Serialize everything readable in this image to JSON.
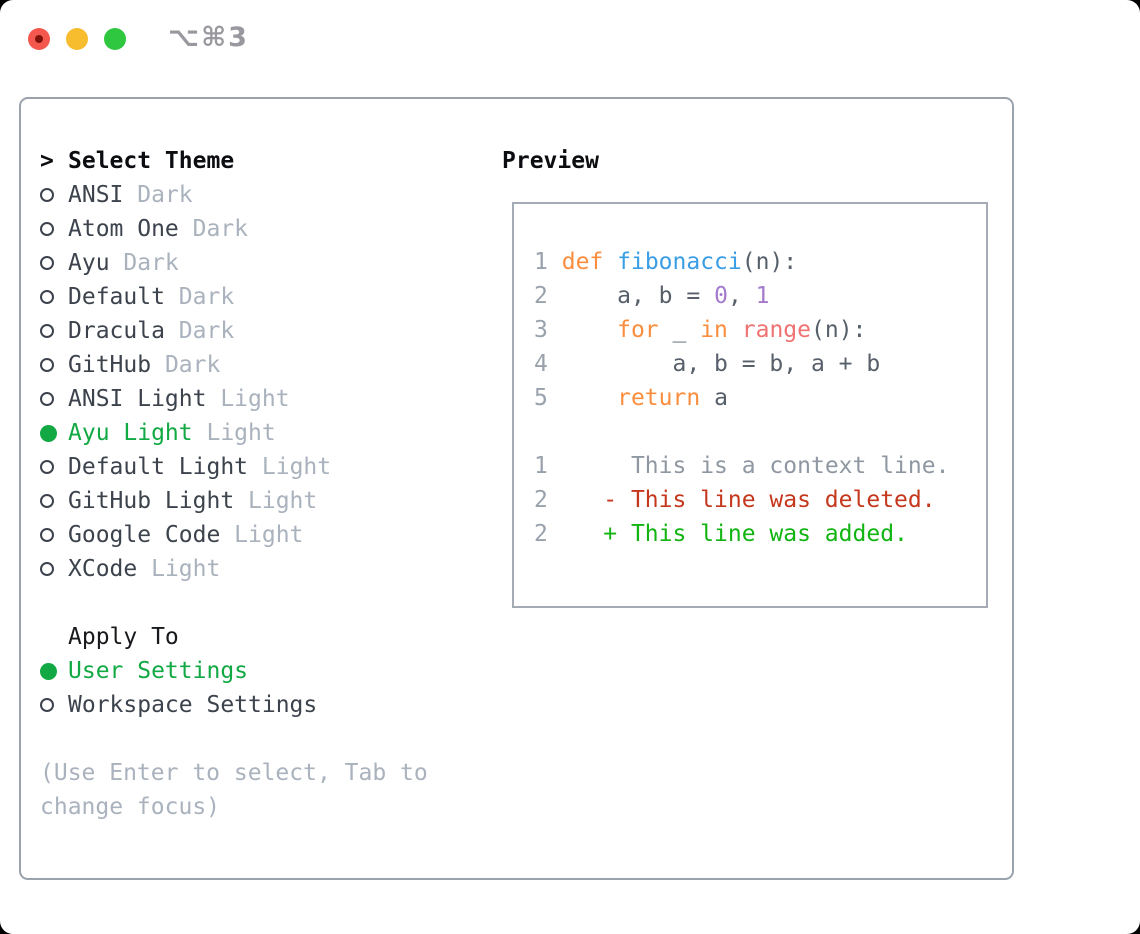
{
  "window": {
    "title": "⌥⌘3"
  },
  "theme_panel": {
    "header_marker": ">",
    "header": "Select Theme",
    "items": [
      {
        "name": "ANSI",
        "variant": "Dark",
        "selected": false
      },
      {
        "name": "Atom One",
        "variant": "Dark",
        "selected": false
      },
      {
        "name": "Ayu",
        "variant": "Dark",
        "selected": false
      },
      {
        "name": "Default",
        "variant": "Dark",
        "selected": false
      },
      {
        "name": "Dracula",
        "variant": "Dark",
        "selected": false
      },
      {
        "name": "GitHub",
        "variant": "Dark",
        "selected": false
      },
      {
        "name": "ANSI Light",
        "variant": "Light",
        "selected": false
      },
      {
        "name": "Ayu Light",
        "variant": "Light",
        "selected": true
      },
      {
        "name": "Default Light",
        "variant": "Light",
        "selected": false
      },
      {
        "name": "GitHub Light",
        "variant": "Light",
        "selected": false
      },
      {
        "name": "Google Code",
        "variant": "Light",
        "selected": false
      },
      {
        "name": "XCode",
        "variant": "Light",
        "selected": false
      }
    ],
    "apply_to": {
      "header": "Apply To",
      "options": [
        {
          "label": "User Settings",
          "selected": true
        },
        {
          "label": "Workspace Settings",
          "selected": false
        }
      ]
    },
    "hint": "(Use Enter to select, Tab to change focus)"
  },
  "preview": {
    "header": "Preview",
    "code_lines": [
      {
        "num": "1",
        "tokens": [
          {
            "text": " ",
            "style": "plain"
          },
          {
            "text": "def",
            "style": "keyword"
          },
          {
            "text": " ",
            "style": "plain"
          },
          {
            "text": "fibonacci",
            "style": "function"
          },
          {
            "text": "(n):",
            "style": "plain"
          }
        ]
      },
      {
        "num": "2",
        "tokens": [
          {
            "text": "     ",
            "style": "plain"
          },
          {
            "text": "a",
            "style": "plain"
          },
          {
            "text": ", ",
            "style": "plain"
          },
          {
            "text": "b",
            "style": "plain"
          },
          {
            "text": " = ",
            "style": "plain"
          },
          {
            "text": "0",
            "style": "number"
          },
          {
            "text": ", ",
            "style": "plain"
          },
          {
            "text": "1",
            "style": "number"
          }
        ]
      },
      {
        "num": "3",
        "tokens": [
          {
            "text": "     ",
            "style": "plain"
          },
          {
            "text": "for",
            "style": "keyword"
          },
          {
            "text": " _ ",
            "style": "plain"
          },
          {
            "text": "in",
            "style": "keyword"
          },
          {
            "text": " ",
            "style": "plain"
          },
          {
            "text": "range",
            "style": "call"
          },
          {
            "text": "(n):",
            "style": "plain"
          }
        ]
      },
      {
        "num": "4",
        "tokens": [
          {
            "text": "         ",
            "style": "plain"
          },
          {
            "text": "a, b = b, a + b",
            "style": "plain"
          }
        ]
      },
      {
        "num": "5",
        "tokens": [
          {
            "text": "     ",
            "style": "plain"
          },
          {
            "text": "return",
            "style": "keyword"
          },
          {
            "text": " ",
            "style": "plain"
          },
          {
            "text": "a",
            "style": "plain"
          }
        ]
      }
    ],
    "diff_lines": [
      {
        "num": "1",
        "tokens": [
          {
            "text": "      ",
            "style": "plain"
          },
          {
            "text": "This is a context line.",
            "style": "context"
          }
        ]
      },
      {
        "num": "2",
        "tokens": [
          {
            "text": "    ",
            "style": "plain"
          },
          {
            "text": "- This line was deleted.",
            "style": "deleted"
          }
        ]
      },
      {
        "num": "2",
        "tokens": [
          {
            "text": "    ",
            "style": "plain"
          },
          {
            "text": "+ This line was added.",
            "style": "added"
          }
        ]
      }
    ]
  },
  "colors": {
    "keyword": "#FA8D3E",
    "function_name": "#399EE6",
    "builtin_call": "#F07171",
    "number": "#A37ACC",
    "code_text": "#57606A",
    "line_number": "#99A2AC",
    "diff_context": "#8F98A2",
    "diff_deleted": "#C5371C",
    "diff_added": "#12B412",
    "selection_green": "#12A944",
    "traffic_red": "#F4574E",
    "traffic_yellow": "#F7BD2F",
    "traffic_green": "#2EC73F"
  }
}
